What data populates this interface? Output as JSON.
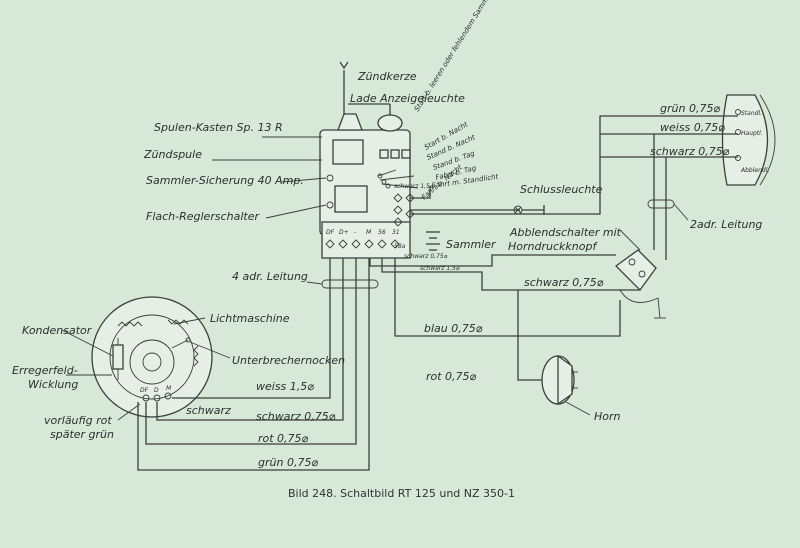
{
  "labels": {
    "zuendkerze": "Zündkerze",
    "lade_anzeigeleuchte": "Lade Anzeigeleuchte",
    "start_zum_sammler": "Start b. leeren oder fehlendem Sammler",
    "start_nacht": "Start b. Nacht",
    "stand_nacht": "Stand b. Nacht",
    "stand_tag": "Stand b. Tag",
    "fahrt_tag": "Fahrt b. Tag",
    "fahrt_standlicht": "Fahrt m. Standlicht",
    "fahrt_nacht": "Fahrt b. Nacht",
    "spulen_kasten": "Spulen-Kasten Sp. 13 R",
    "zuendspule": "Zündspule",
    "sammler_sicherung": "Sammler-Sicherung 40 Amp.",
    "flach_reglerschalter": "Flach-Reglerschalter",
    "schlussleuchte": "Schlussleuchte",
    "sammler": "Sammler",
    "abblendschalter_line1": "Abblendschalter mit",
    "abblendschalter_line2": "Horndruckknopf",
    "vier_adr_leitung": "4 adr. Leitung",
    "zwei_adr_leitung": "2adr. Leitung",
    "lichtmaschine": "Lichtmaschine",
    "kondensator": "Kondensator",
    "erregerfeld_line1": "Erregerfeld-",
    "erregerfeld_line2": "Wicklung",
    "unterbrechernocken": "Unterbrechernocken",
    "vorlaeufig_line1": "vorläufig rot",
    "vorlaeufig_line2": "später grün",
    "horn": "Horn",
    "schwarz": "schwarz",
    "weiss_15": "weiss 1,5⌀",
    "schwarz_075_left": "schwarz 0,75⌀",
    "rot_075_left": "rot 0,75⌀",
    "gruen_075_left": "grün 0,75⌀",
    "blau_075": "blau 0,75⌀",
    "rot_075_mid": "rot 0,75⌀",
    "schwarz_075_right": "schwarz 0,75⌀",
    "gruen_075_head": "grün 0,75⌀",
    "weiss_075_head": "weiss 0,75⌀",
    "schwarz_075_head": "schwarz 0,75⌀",
    "standl": "Standl.",
    "hauptl": "Hauptl.",
    "abblendl": "Abblendl.",
    "schwarz_15_small": "schwarz 1,5⌀",
    "schwarz_075_small": "schwarz 0,75⌀",
    "schwarz_15_batt": "schwarz 1,5⌀",
    "terminals": [
      "DF",
      "D+",
      "-",
      "M",
      "56",
      "31",
      "58a"
    ],
    "gen_terminals": [
      "DF",
      "D",
      "M"
    ],
    "caption": "Bild 248.   Schaltbild RT 125 und NZ 350-1"
  }
}
